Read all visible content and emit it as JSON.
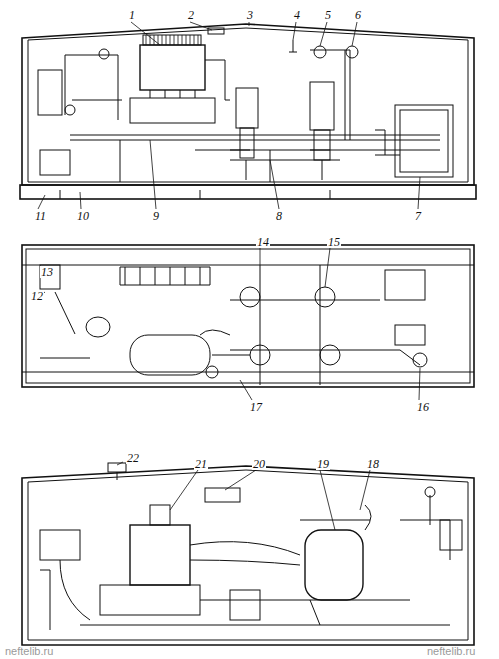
{
  "diagram": {
    "labels": [
      "1",
      "2",
      "3",
      "4",
      "5",
      "6",
      "11",
      "10",
      "9",
      "8",
      "7",
      "14",
      "15",
      "13",
      "12",
      "17",
      "16",
      "22",
      "21",
      "20",
      "19",
      "18",
      "neftelib.ru",
      "neftelib.ru"
    ]
  }
}
